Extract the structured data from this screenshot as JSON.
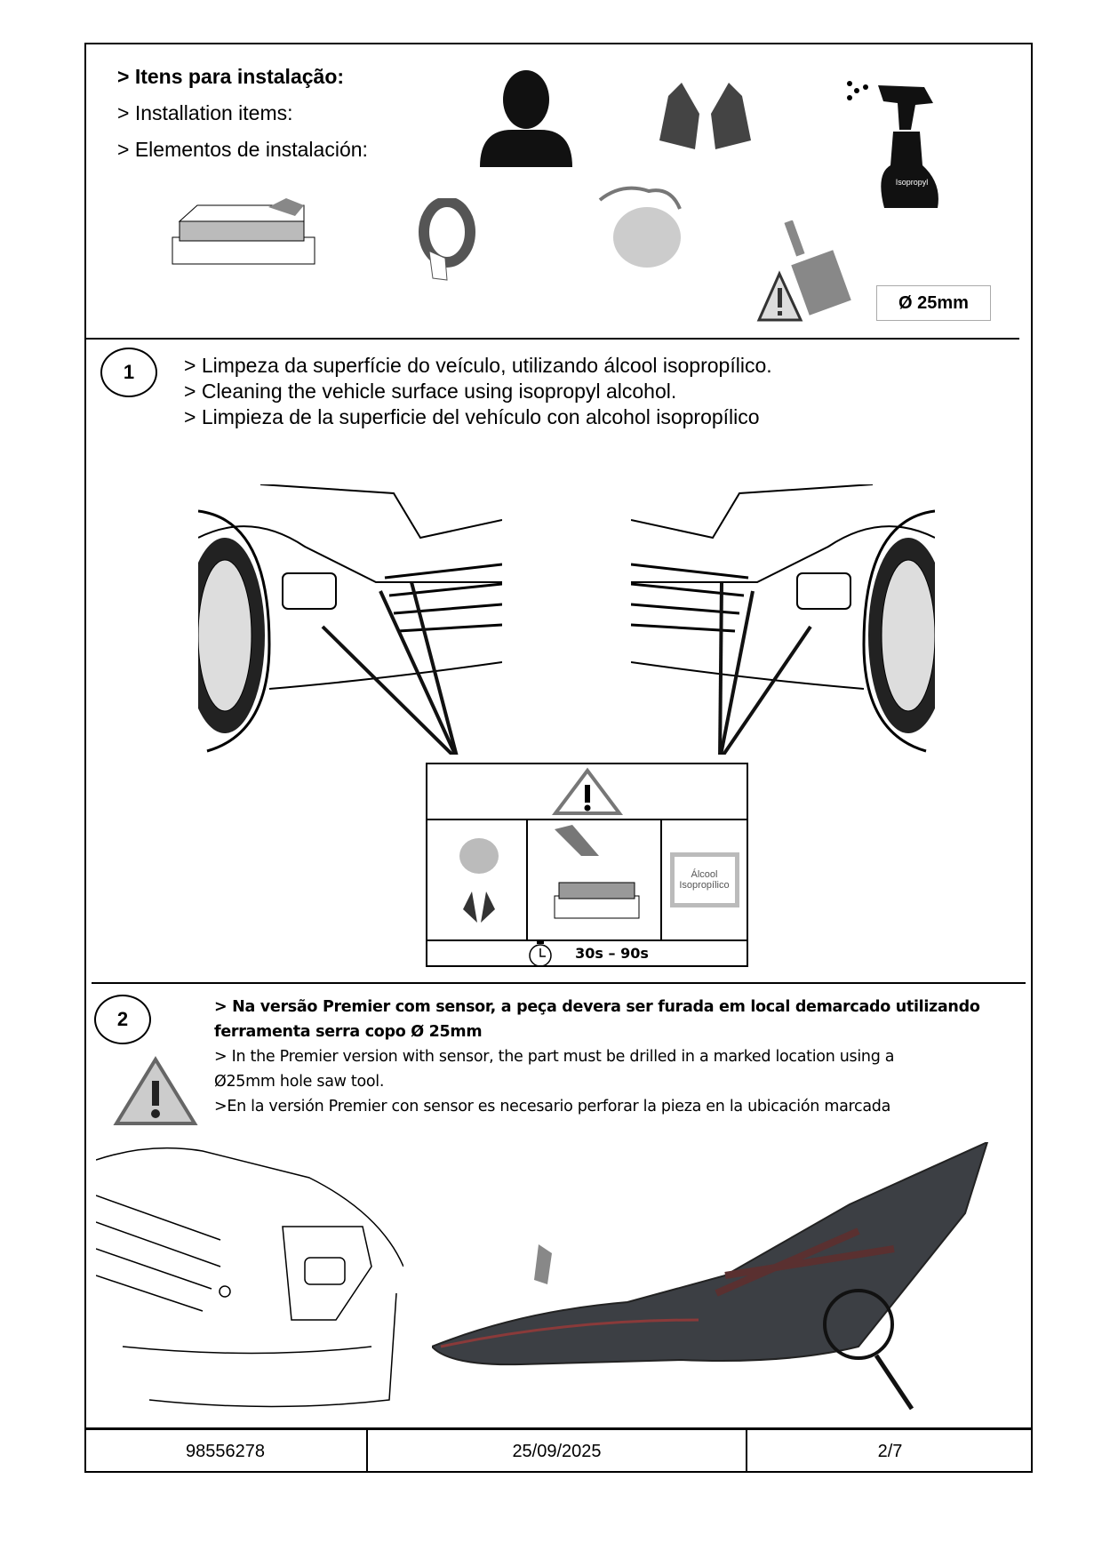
{
  "items_section": {
    "title_pt": "> Itens para instalação:",
    "title_en": "> Installation items:",
    "title_es": "> Elementos de instalación:",
    "spray_label": "Isopropyl",
    "hole_saw_size": "Ø 25mm"
  },
  "step1": {
    "number": "1",
    "lines": [
      "> Limpeza da superfície do veículo, utilizando álcool isopropílico.",
      "> Cleaning the vehicle surface using isopropyl alcohol.",
      "> Limpieza de la superficie del vehículo con alcohol isopropílico"
    ],
    "alcohol_label_1": "Álcool",
    "alcohol_label_2": "Isopropílico",
    "time": "30s – 90s"
  },
  "step2": {
    "number": "2",
    "pt_line1": "> Na versão Premier com sensor, a peça devera ser furada em local demarcado utilizando",
    "pt_line2": "ferramenta serra copo Ø 25mm",
    "en_line1": "> In the Premier version with sensor, the part must be drilled in a marked location using a",
    "en_line2": "Ø25mm hole saw tool.",
    "es_line1": ">En la versión Premier con sensor es necesario perforar la pieza en la ubicación marcada"
  },
  "footer": {
    "part_number": "98556278",
    "date": "25/09/2025",
    "page": "2/7"
  }
}
